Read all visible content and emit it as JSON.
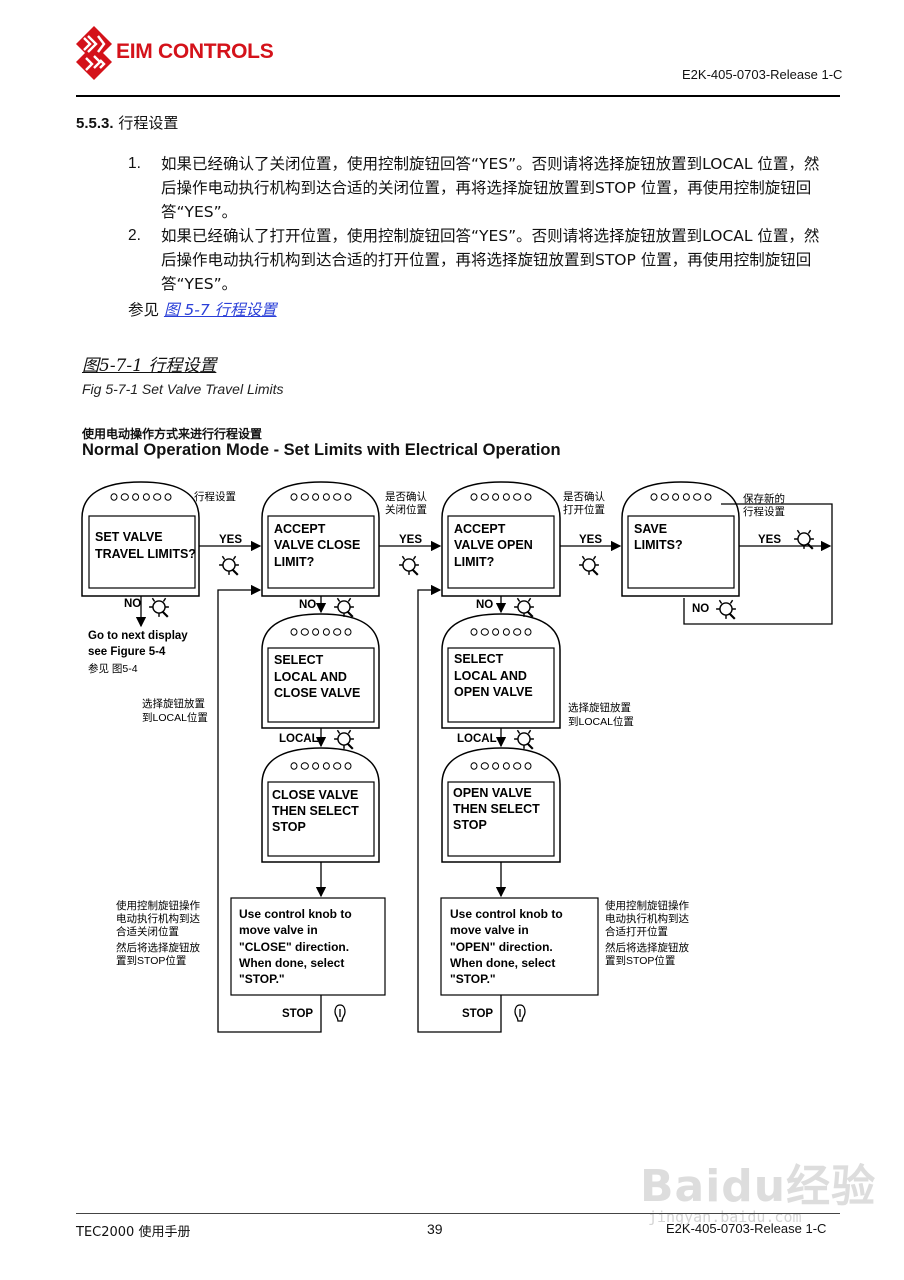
{
  "header": {
    "company": "EIM CONTROLS",
    "doc_id": "E2K-405-0703-Release 1-C",
    "brand_color": "#d4121a"
  },
  "section": {
    "number": "5.5.3.",
    "title": "行程设置"
  },
  "steps": [
    {
      "num": "1.",
      "text": "如果已经确认了关闭位置，使用控制旋钮回答“YES”。否则请将选择旋钮放置到LOCAL 位置，然后操作电动执行机构到达合适的关闭位置，再将选择旋钮放置到STOP 位置，再使用控制旋钮回答“YES”。"
    },
    {
      "num": "2.",
      "text": "如果已经确认了打开位置，使用控制旋钮回答“YES”。否则请将选择旋钮放置到LOCAL 位置，然后操作电动执行机构到达合适的打开位置，再将选择旋钮放置到STOP 位置，再使用控制旋钮回答“YES”。"
    }
  ],
  "see_also": {
    "prefix": "参见 ",
    "link": "图 5-7 行程设置"
  },
  "figure": {
    "title_cn": "图5-7-1  行程设置",
    "title_en": "Fig 5-7-1 Set Valve Travel Limits",
    "mode_cn": "使用电动操作方式来进行行程设置",
    "mode_en": "Normal Operation Mode - Set Limits with Electrical Operation"
  },
  "diagram": {
    "screens": {
      "set_valve": [
        "SET VALVE",
        "TRAVEL LIMITS?"
      ],
      "accept_close": [
        "ACCEPT",
        "VALVE CLOSE",
        "LIMIT?"
      ],
      "accept_open": [
        "ACCEPT",
        "VALVE OPEN",
        "LIMIT?"
      ],
      "save_limits": [
        "SAVE",
        "LIMITS?"
      ],
      "select_local_close": [
        "SELECT",
        "LOCAL AND",
        "CLOSE VALVE"
      ],
      "select_local_open": [
        "SELECT",
        "LOCAL AND",
        "OPEN VALVE"
      ],
      "close_then_stop": [
        "CLOSE VALVE",
        "THEN SELECT",
        "STOP"
      ],
      "open_then_stop": [
        "OPEN VALVE",
        "THEN SELECT",
        "STOP"
      ]
    },
    "boxes": {
      "close_box": [
        "Use control knob to",
        "move valve in",
        "\"CLOSE\" direction.",
        "When done, select",
        "\"STOP.\""
      ],
      "open_box": [
        "Use control knob to",
        "move valve in",
        "\"OPEN\" direction.",
        "When done, select",
        "\"STOP.\""
      ]
    },
    "labels": {
      "yes": "YES",
      "no": "NO",
      "local": "LOCAL",
      "stop": "STOP",
      "travel_setting": "行程设置",
      "confirm_close": [
        "是否确认",
        "关闭位置"
      ],
      "confirm_open": [
        "是否确认",
        "打开位置"
      ],
      "save_new": [
        "保存新的",
        "行程设置"
      ],
      "go_next": [
        "Go to next display",
        "see Figure 5-4"
      ],
      "see_fig": "参见  图5-4",
      "local_note_left": [
        "选择旋钮放置",
        "到LOCAL位置"
      ],
      "local_note_right": [
        "选择旋钮放置",
        "到LOCAL位置"
      ],
      "close_note": [
        "使用控制旋钮操作",
        "电动执行机构到达",
        "合适关闭位置",
        "然后将选择旋钮放",
        "置到STOP位置"
      ],
      "open_note": [
        "使用控制旋钮操作",
        "电动执行机构到达",
        "合适打开位置",
        "然后将选择旋钮放",
        "置到STOP位置"
      ]
    }
  },
  "footer": {
    "manual": "TEC2000 使用手册",
    "page": "39",
    "doc_id": "E2K-405-0703-Release 1-C"
  },
  "watermark": {
    "main": "Baidu经验",
    "sub": "jingyan.baidu.com"
  }
}
